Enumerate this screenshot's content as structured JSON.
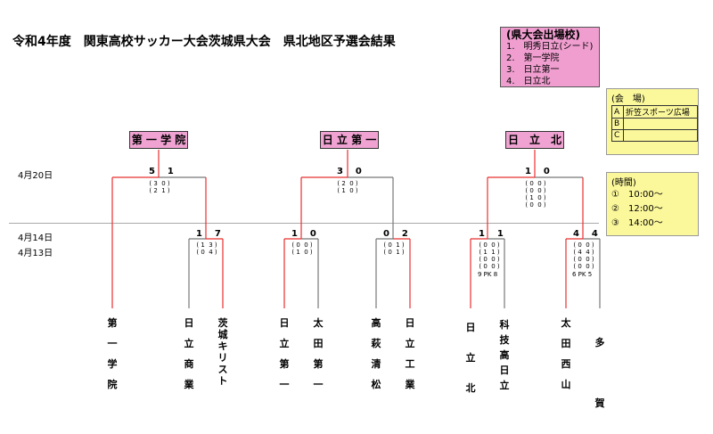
{
  "title": "令和4年度　関東高校サッカー大会茨城県大会　県北地区予選会結果",
  "qualified": {
    "heading": "(県大会出場校)",
    "items": [
      "1.　明秀日立(シード)",
      "2.　第一学院",
      "3.　日立第一",
      "4.　日立北"
    ]
  },
  "venue": {
    "heading": "(会　場)",
    "rows": [
      {
        "key": "A",
        "value": "折笠スポーツ広場"
      },
      {
        "key": "B",
        "value": ""
      },
      {
        "key": "C",
        "value": ""
      }
    ]
  },
  "times": {
    "heading": "(時間)",
    "rows": [
      "①　10:00～",
      "②　12:00～",
      "③　14:00～"
    ]
  },
  "dates": {
    "final_round": "4月20日",
    "round1a": "4月14日",
    "round1b": "4月13日"
  },
  "winners": [
    "第 一 学 院",
    "日 立 第 一",
    "日　立　北"
  ],
  "final_scores": [
    {
      "left": "5",
      "right": "1",
      "halves": "( 3  0 )\n( 2  1 )"
    },
    {
      "left": "3",
      "right": "0",
      "halves": "( 2  0 )\n( 1  0 )"
    },
    {
      "left": "1",
      "right": "0",
      "halves": "( 0  0 )\n( 0  0 )\n( 1  0 )\n( 0  0 )"
    }
  ],
  "first_scores": [
    {
      "left": "1",
      "right": "7",
      "halves": "( 1  3 )\n( 0  4 )"
    },
    {
      "left": "1",
      "right": "0",
      "halves": "( 0  0 )\n( 1  0 )"
    },
    {
      "left": "0",
      "right": "2",
      "halves": "( 0  1 )\n( 0  1 )"
    },
    {
      "left": "1",
      "right": "1",
      "halves": "( 0  0 )\n( 1  1 )\n( 0  0 )\n( 0  0 )",
      "pk": "9  PK  8"
    },
    {
      "left": "4",
      "right": "4",
      "halves": "( 0  0 )\n( 4  4 )\n( 0  0 )\n( 0  0 )",
      "pk": "6  PK  5"
    }
  ],
  "teams": [
    "第一学院",
    "日立商業",
    "茨城キリスト",
    "日立第一",
    "太田第一",
    "高萩清松",
    "日立工業",
    "日立北",
    "科技高日立",
    "太田西山",
    "多賀"
  ],
  "colors": {
    "winner_line": "#e8302f",
    "normal_line": "#777777",
    "pink": "#ef9ecf",
    "yellow": "#fbf79b"
  }
}
